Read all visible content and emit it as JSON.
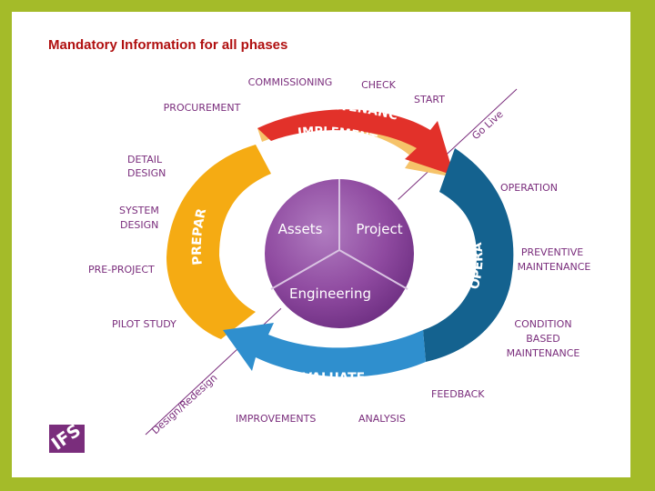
{
  "title": "Mandatory Information for all phases",
  "logo": {
    "text": "IFS"
  },
  "cycle": {
    "plan": "PLAN MAINTENANCE",
    "implement": "IMPLEMENT",
    "prepare": "PREPARE",
    "operate": "OPERATE",
    "evaluate": "EVALUATE"
  },
  "center": {
    "assets": "Assets",
    "project": "Project",
    "engineering": "Engineering"
  },
  "labels": {
    "commissioning": "COMMISSIONING",
    "check": "CHECK",
    "start": "START",
    "procurement": "PROCUREMENT",
    "detail_design_1": "DETAIL",
    "detail_design_2": "DESIGN",
    "system_design_1": "SYSTEM",
    "system_design_2": "DESIGN",
    "pre_project": "PRE-PROJECT",
    "pilot_study": "PILOT STUDY",
    "operation": "OPERATION",
    "preventive_1": "PREVENTIVE",
    "preventive_2": "MAINTENANCE",
    "condition_1": "CONDITION",
    "condition_2": "BASED",
    "condition_3": "MAINTENANCE",
    "feedback": "FEEDBACK",
    "analysis": "ANALYSIS",
    "improvements": "IMPROVEMENTS",
    "go_live": "Go Live",
    "design_redesign": "Design/Redesign"
  },
  "colors": {
    "frame": "#a4bb29",
    "plan": "#e2312a",
    "implement": "#f6c36a",
    "prepare": "#f5ab13",
    "operate": "#14628f",
    "evaluate": "#2f8fce",
    "center": "#8f4aa0",
    "label": "#7a2d7c"
  }
}
